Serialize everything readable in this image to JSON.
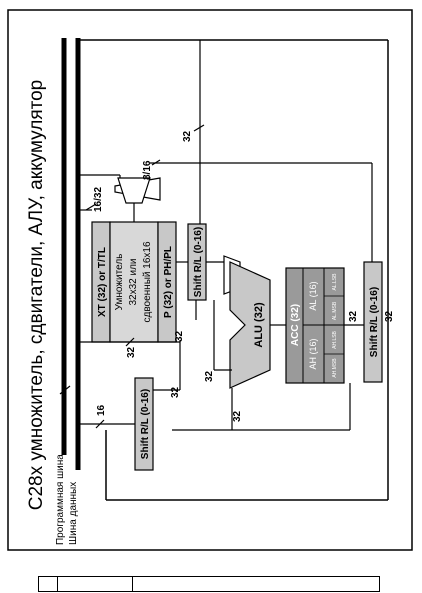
{
  "title": "C28x умножитель, сдвигатели, АЛУ, аккумулятор",
  "bus_labels": {
    "program_bus": "Программная шина",
    "data_bus": "Шина данных"
  },
  "blocks": {
    "xt": "XT (32) or T/TL",
    "multiplier": [
      "Умножитель",
      "32x32 или",
      "сдвоенный 16x16"
    ],
    "p": "P (32) or PH/PL",
    "shift_pl": "Shift R/L (0-16)",
    "shift_in": "Shift R/L (0-16)",
    "shift_out": "Shift R/L (0-16)",
    "alu": "ALU (32)",
    "acc": "ACC (32)",
    "ah": "AH (16)",
    "al": "AL (16)",
    "ah_msb": "AH.MSB",
    "ah_lsb": "AH.LSB",
    "al_msb": "AL.MSB",
    "al_lsb": "AL.LSB"
  },
  "bus_widths": {
    "w32_a": "32",
    "w32_b": "32",
    "w32_c": "32",
    "w32_d": "32",
    "w32_e": "32",
    "w32_f": "32",
    "w32_g": "32",
    "w32_h": "32",
    "w16_32": "16/32",
    "w8_16": "8/16",
    "w16": "16"
  },
  "colors": {
    "block_fill": "#c8c8c8",
    "acc_fill": "#9a9a9a",
    "line": "#000000"
  }
}
